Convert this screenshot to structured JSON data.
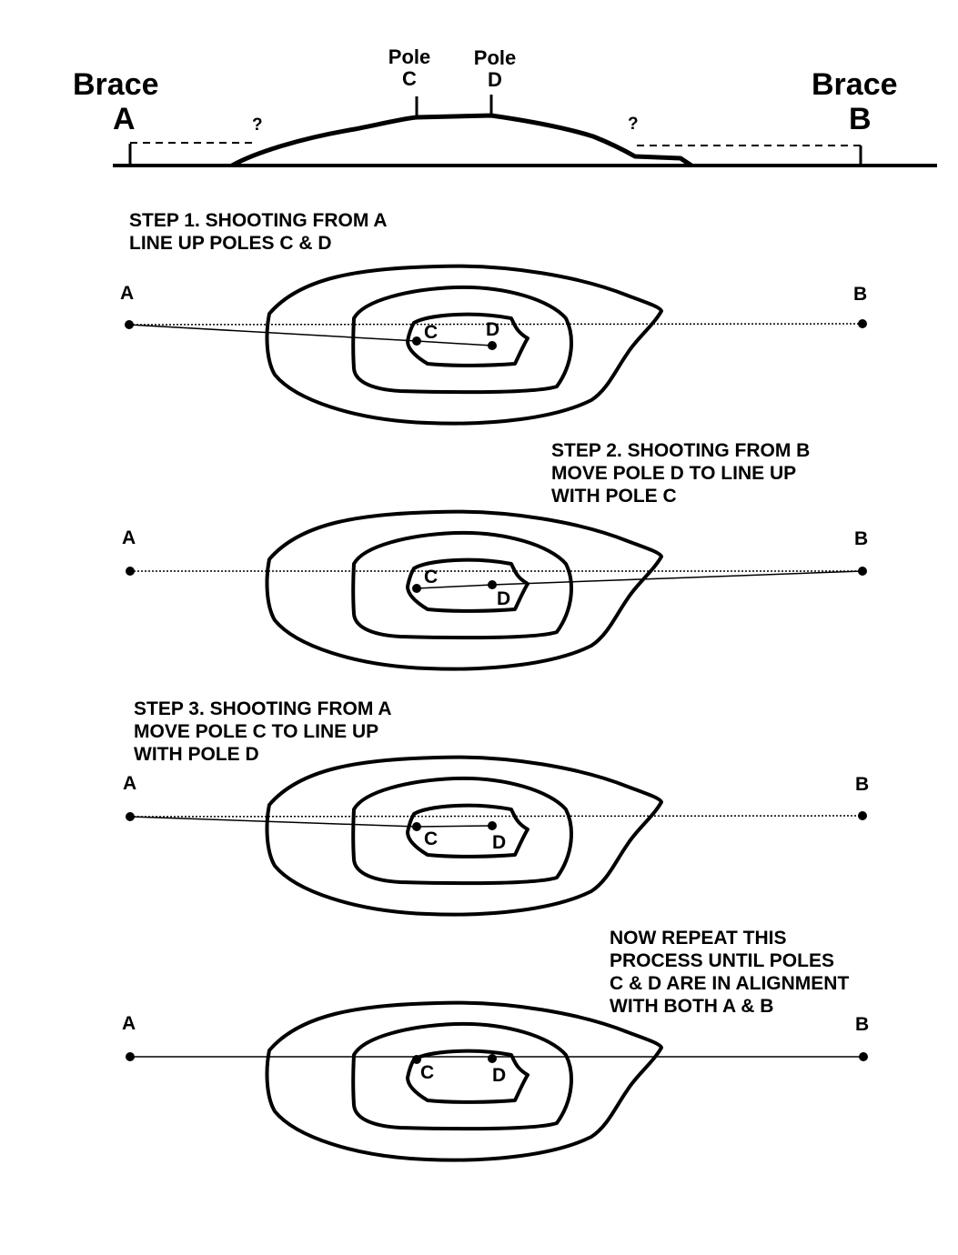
{
  "profile": {
    "brace_a_word": "Brace",
    "brace_a_letter": "A",
    "brace_b_word": "Brace",
    "brace_b_letter": "B",
    "pole_c_word": "Pole",
    "pole_c_letter": "C",
    "pole_d_word": "Pole",
    "pole_d_letter": "D",
    "unknown_left": "?",
    "unknown_right": "?"
  },
  "panels": [
    {
      "step_text": "STEP 1. SHOOTING FROM A\nLINE UP POLES C & D",
      "label_a": "A",
      "label_b": "B",
      "label_c": "C",
      "label_d": "D"
    },
    {
      "step_text": "STEP 2. SHOOTING FROM B\nMOVE POLE D TO LINE UP\nWITH POLE C",
      "label_a": "A",
      "label_b": "B",
      "label_c": "C",
      "label_d": "D"
    },
    {
      "step_text": "STEP 3. SHOOTING FROM A\nMOVE POLE C TO LINE UP\nWITH POLE D",
      "label_a": "A",
      "label_b": "B",
      "label_c": "C",
      "label_d": "D"
    },
    {
      "step_text": "NOW REPEAT THIS\nPROCESS UNTIL POLES\nC & D ARE IN ALIGNMENT\nWITH BOTH A & B",
      "label_a": "A",
      "label_b": "B",
      "label_c": "C",
      "label_d": "D"
    }
  ]
}
